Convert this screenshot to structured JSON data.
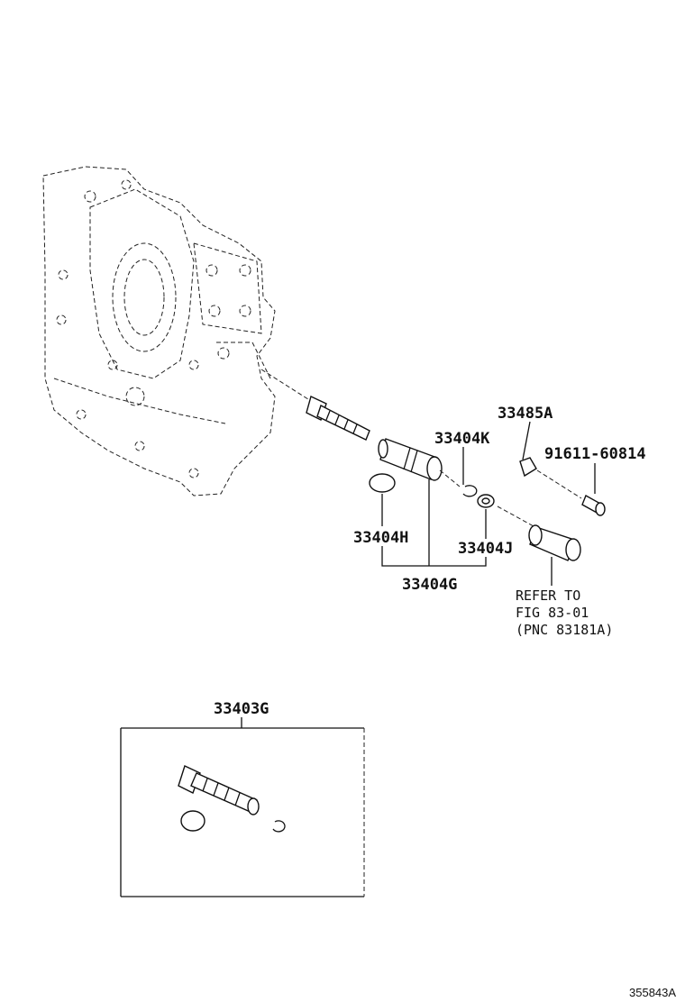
{
  "labels": {
    "p33485A": "33485A",
    "p33404K": "33404K",
    "p91611": "91611-60814",
    "p33404H": "33404H",
    "p33404J": "33404J",
    "p33404G": "33404G",
    "p33403G": "33403G"
  },
  "reference": {
    "line1": "REFER TO",
    "line2": "FIG 83-01",
    "line3": "(PNC 83181A)"
  },
  "diagram_code": "355843A"
}
